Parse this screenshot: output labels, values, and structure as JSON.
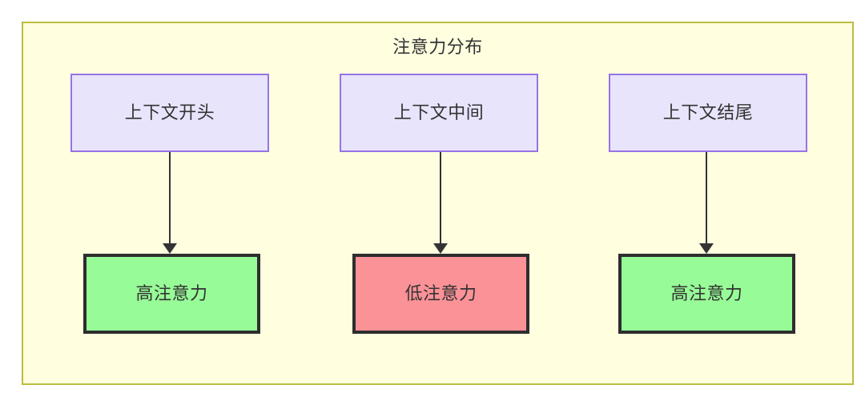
{
  "diagram": {
    "title": "注意力分布",
    "frame": {
      "fill": "#ffffe0",
      "stroke": "#bdbd3f"
    },
    "top_nodes": [
      {
        "label": "上下文开头",
        "fill": "#e8e4fb",
        "stroke": "#9673e6"
      },
      {
        "label": "上下文中间",
        "fill": "#e8e4fb",
        "stroke": "#9673e6"
      },
      {
        "label": "上下文结尾",
        "fill": "#e8e4fb",
        "stroke": "#9673e6"
      }
    ],
    "bottom_nodes": [
      {
        "label": "高注意力",
        "fill": "#97fb97",
        "stroke": "#2e2e2e"
      },
      {
        "label": "低注意力",
        "fill": "#fb9297",
        "stroke": "#2e2e2e"
      },
      {
        "label": "高注意力",
        "fill": "#97fb97",
        "stroke": "#2e2e2e"
      }
    ],
    "edges": [
      {
        "from": "上下文开头",
        "to": "高注意力"
      },
      {
        "from": "上下文中间",
        "to": "低注意力"
      },
      {
        "from": "上下文结尾",
        "to": "高注意力"
      }
    ]
  }
}
